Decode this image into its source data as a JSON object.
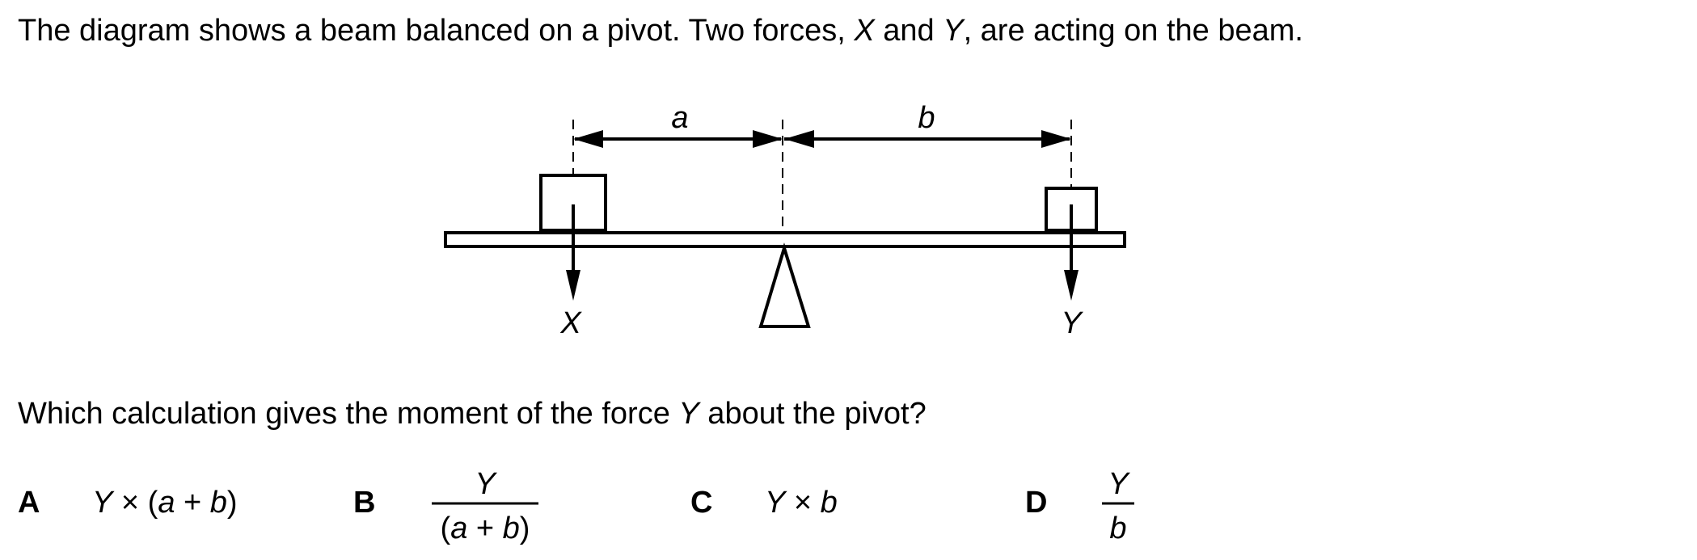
{
  "intro": {
    "part1": "The diagram shows a beam balanced on a pivot. Two forces, ",
    "x": "X",
    "and": " and ",
    "y": "Y",
    "part2": ", are acting on the beam."
  },
  "diagram": {
    "label_a": "a",
    "label_b": "b",
    "force_x": "X",
    "force_y": "Y"
  },
  "question": {
    "part1": "Which calculation gives the moment of the force ",
    "y": "Y",
    "part2": " about the pivot?"
  },
  "options": [
    {
      "letter": "A",
      "y": "Y",
      "times": " × (",
      "a": "a",
      "plus": " + ",
      "b": "b",
      "close": ")"
    },
    {
      "letter": "B",
      "num": "Y",
      "den_open": "(",
      "den_a": "a",
      "den_plus": " + ",
      "den_b": "b",
      "den_close": ")"
    },
    {
      "letter": "C",
      "y": "Y",
      "times": " × ",
      "b": "b"
    },
    {
      "letter": "D",
      "num": "Y",
      "den": "b"
    }
  ],
  "colors": {
    "ink": "#000000",
    "background": "#ffffff"
  }
}
